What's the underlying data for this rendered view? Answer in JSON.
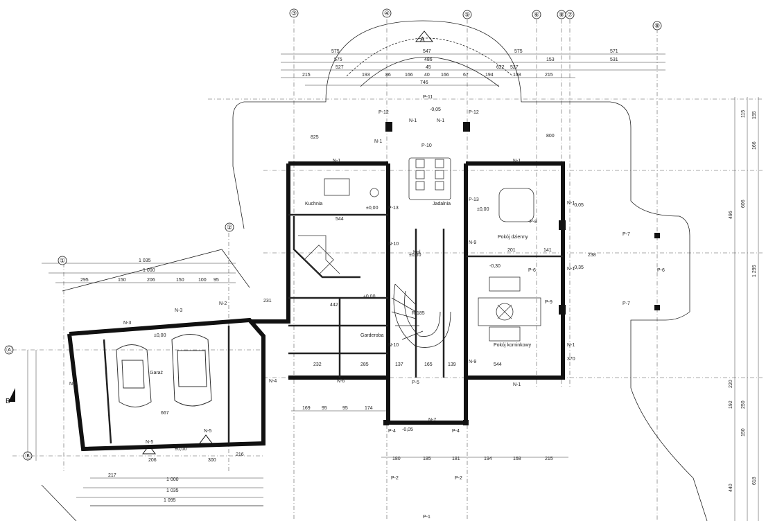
{
  "plan": {
    "axes": {
      "top": [
        "③",
        "④",
        "⑤",
        "⑥",
        "⑧",
        "⑦",
        "⑧"
      ],
      "left": [
        "①",
        "②"
      ],
      "side": [
        "Ⓐ",
        "Ⓑ"
      ],
      "section_a": "A",
      "section_b": "B"
    },
    "elements": {
      "n1": "N-1",
      "n2": "N-2",
      "n3": "N-3",
      "n4": "N-4",
      "n5": "N-5",
      "n6": "N-6",
      "n7": "N-7",
      "n8": "N-8",
      "n9": "N-9",
      "n10": "N-10",
      "p1": "P-1",
      "p2": "P-2",
      "p4": "P-4",
      "p5": "P-5",
      "p6": "P-6",
      "p7": "P-7",
      "p8": "P-8",
      "p9": "P-9",
      "p10": "P-10",
      "p11": "P-11",
      "p12": "P-12",
      "p13": "P-13"
    },
    "rooms": {
      "garage": "Garaż",
      "kuchnia": "Kuchnia",
      "jadalnia": "Jadalnia",
      "hol": "Hol",
      "garderoba": "Garderoba",
      "pokoj_dzienny": "Pokój dzienny",
      "pokoj_kominkowy": "Pokój kominkowy"
    },
    "levels": {
      "zero": "±0,00",
      "m005": "-0,05",
      "m030": "-0,30",
      "m035": "-0,35",
      "p060": "±0,60"
    },
    "dims_top": [
      "575",
      "547",
      "575",
      "571",
      "575",
      "486",
      "153",
      "531",
      "527",
      "45",
      "622",
      "527",
      "215",
      "193",
      "86",
      "166",
      "40",
      "166",
      "67",
      "194",
      "168",
      "215",
      "746",
      "825",
      "800"
    ],
    "dims_left": [
      "1 035",
      "1 000",
      "295",
      "150",
      "206",
      "150",
      "100",
      "95",
      "231"
    ],
    "dims_bottom": [
      "169",
      "95",
      "95",
      "174",
      "180",
      "185",
      "181",
      "194",
      "168",
      "215",
      "217",
      "1 000",
      "1 035",
      "1 095",
      "206",
      "300",
      "216"
    ],
    "dims_right": [
      "115",
      "155",
      "166",
      "496",
      "606",
      "1 295",
      "440",
      "618",
      "250",
      "150",
      "192",
      "220"
    ],
    "dims_interior": [
      "544",
      "442",
      "232",
      "285",
      "137",
      "165",
      "139",
      "544",
      "R 185",
      "667",
      "370",
      "238",
      "201",
      "141"
    ]
  }
}
